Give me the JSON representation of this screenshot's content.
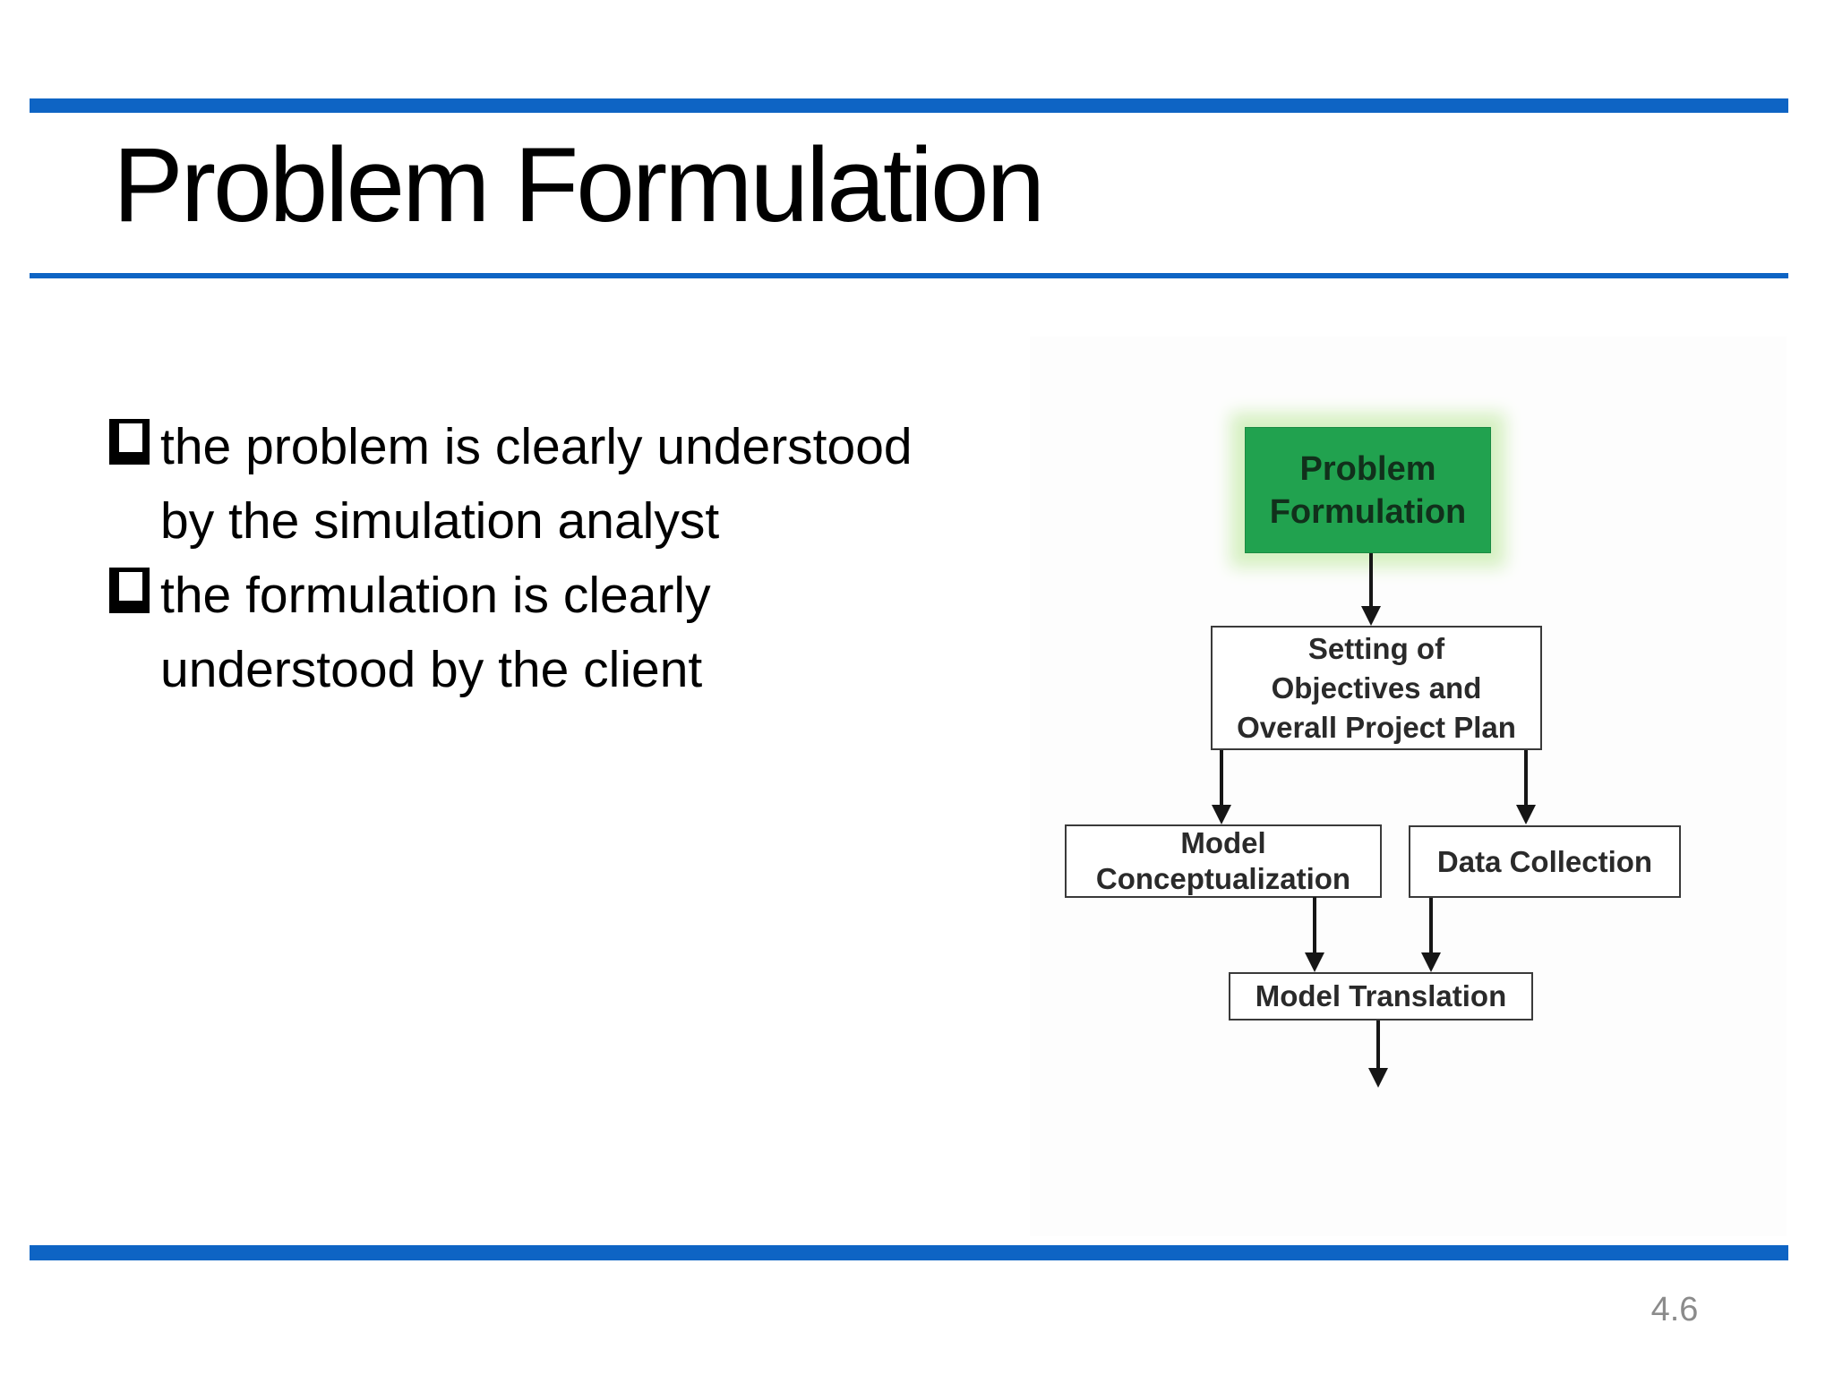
{
  "slide": {
    "title": "Problem Formulation",
    "page_number": "4.6",
    "colors": {
      "accent_blue": "#0e64c4",
      "flow_green": "#21a24f",
      "flow_green_glow": "#d6f0c2",
      "page_number_gray": "#8b8b8b"
    },
    "bullets": [
      {
        "lines": [
          "the problem is clearly understood",
          "by the simulation analyst"
        ]
      },
      {
        "lines": [
          "the formulation is clearly",
          "understood by the client"
        ]
      }
    ],
    "flowchart": {
      "nodes": {
        "problem_formulation": {
          "lines": [
            "Problem",
            "Formulation"
          ]
        },
        "setting_objectives": {
          "lines": [
            "Setting of",
            "Objectives and",
            "Overall Project Plan"
          ]
        },
        "model_conceptualization": {
          "lines": [
            "Model",
            "Conceptualization"
          ]
        },
        "data_collection": {
          "lines": [
            "Data Collection"
          ]
        },
        "model_translation": {
          "lines": [
            "Model Translation"
          ]
        }
      }
    }
  }
}
